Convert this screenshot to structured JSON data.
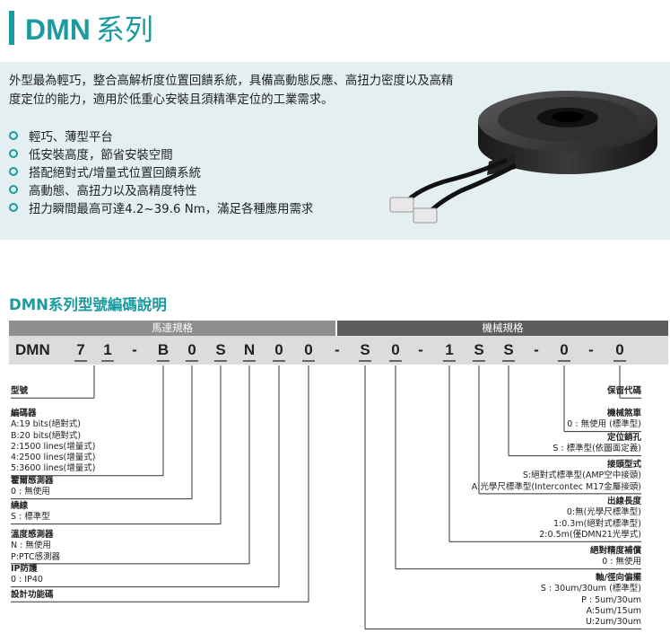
{
  "header": {
    "title_model": "DMN",
    "title_suffix": "系列"
  },
  "intro": {
    "description": "外型最為輕巧，整合高解析度位置回饋系統，具備高動態反應、高扭力密度以及高精度定位的能力，適用於低重心安裝且須精準定位的工業需求。",
    "features": [
      "輕巧、薄型平台",
      "低安裝高度，節省安裝空間",
      "搭配絕對式/增量式位置回饋系統",
      "高動態、高扭力以及高精度特性",
      "扭力瞬間最高可達4.2~39.6 Nm，滿足各種應用需求"
    ]
  },
  "coding": {
    "section_title": "DMN系列型號編碼說明",
    "group_motor": "馬達規格",
    "group_mechanical": "機械規格",
    "prefix": "DMN",
    "characters": [
      "7",
      "1",
      "-",
      "B",
      "0",
      "S",
      "N",
      "0",
      "0",
      "-",
      "S",
      "0",
      "-",
      "1",
      "S",
      "S",
      "-",
      "0",
      "-",
      "0"
    ],
    "left_groups": [
      {
        "title": "型號",
        "lines": []
      },
      {
        "title": "編碼器",
        "lines": [
          "A:19 bits(絕對式)",
          "B:20 bits(絕對式)",
          "2:1500 lines(增量式)",
          "4:2500 lines(增量式)",
          "5:3600 lines(增量式)"
        ]
      },
      {
        "title": "霍爾感測器",
        "lines": [
          "0 : 無使用"
        ]
      },
      {
        "title": "繞線",
        "lines": [
          "S : 標準型"
        ]
      },
      {
        "title": "溫度感測器",
        "lines": [
          "N : 無使用",
          "P:PTC感測器"
        ]
      },
      {
        "title": "IP防護",
        "lines": [
          "0 : IP40"
        ]
      },
      {
        "title": "設計功能碼",
        "lines": []
      }
    ],
    "right_groups": [
      {
        "title": "保留代碼",
        "lines": []
      },
      {
        "title": "機械煞車",
        "lines": [
          "0 : 無使用 (標準型)"
        ]
      },
      {
        "title": "定位銷孔",
        "lines": [
          "S : 標準型(依圖面定義)"
        ]
      },
      {
        "title": "接頭型式",
        "lines": [
          "S:絕對式標準型(AMP空中接頭)",
          "A:光學尺標準型(Intercontec M17金屬接頭)"
        ]
      },
      {
        "title": "出線長度",
        "lines": [
          "0:無(光學尺標準型)",
          "1:0.3m(絕對式標準型)",
          "2:0.5m(僅DMN21光學式)"
        ]
      },
      {
        "title": "絕對精度補償",
        "lines": [
          "0 : 無使用"
        ]
      },
      {
        "title": "軸/徑向偏擺",
        "lines": [
          "S : 30um/30um (標準型)",
          "P : 5um/30um",
          "A:5um/15um",
          "U:2um/30um"
        ]
      }
    ]
  },
  "colors": {
    "accent": "#1b9aa0",
    "motor_header": "#8f8f8f",
    "mechanical_header": "#5d5d5d",
    "code_row": "#dcdcdc",
    "intro_bg": "#e3eff1"
  }
}
